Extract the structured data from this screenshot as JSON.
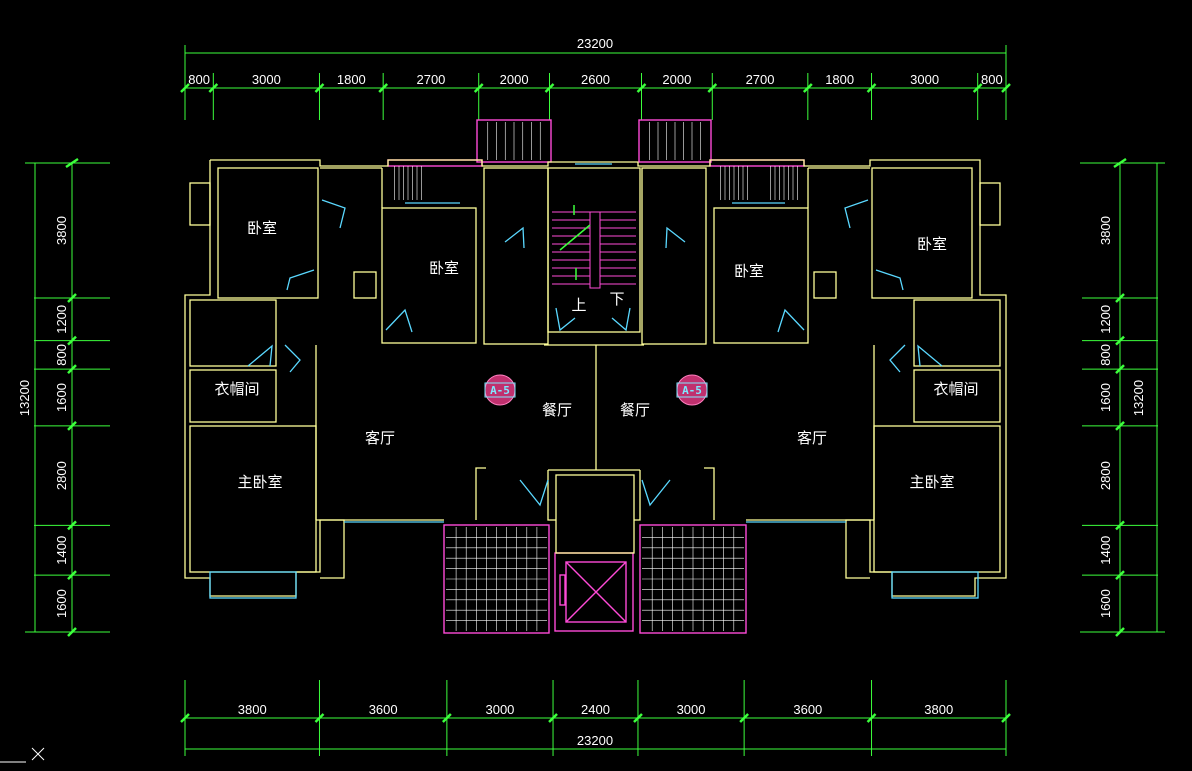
{
  "drawing": {
    "dims_top": [
      "800",
      "3000",
      "1800",
      "2700",
      "2000",
      "2600",
      "2000",
      "2700",
      "1800",
      "3000",
      "800"
    ],
    "dims_top_total": "23200",
    "dims_bottom": [
      "3800",
      "3600",
      "3000",
      "2400",
      "3000",
      "3600",
      "3800"
    ],
    "dims_bottom_total": "23200",
    "dims_left": [
      "3800",
      "1200",
      "800",
      "1600",
      "2800",
      "1400",
      "1600"
    ],
    "dims_left_total": "13200",
    "dims_right": [
      "3800",
      "1200",
      "800",
      "1600",
      "2800",
      "1400",
      "1600"
    ],
    "dims_right_total": "13200",
    "rooms": {
      "bedroom_l1": "卧室",
      "bedroom_l2": "卧室",
      "bedroom_r1": "卧室",
      "bedroom_r2": "卧室",
      "cloak_l": "衣帽间",
      "cloak_r": "衣帽间",
      "living_l": "客厅",
      "living_r": "客厅",
      "dining_l": "餐厅",
      "dining_r": "餐厅",
      "master_l": "主卧室",
      "master_r": "主卧室"
    },
    "stair_up": "上",
    "stair_down": "下",
    "tag_left": "A-5",
    "tag_right": "A-5"
  },
  "colors": {
    "dimension_line": "#3cff3c",
    "dimension_text": "#ffffff",
    "wall": "#ffff9a",
    "window": "#5ad8ff",
    "balcony": "#ff4bd8",
    "tag_fill": "#c0306e",
    "background": "#000000"
  }
}
